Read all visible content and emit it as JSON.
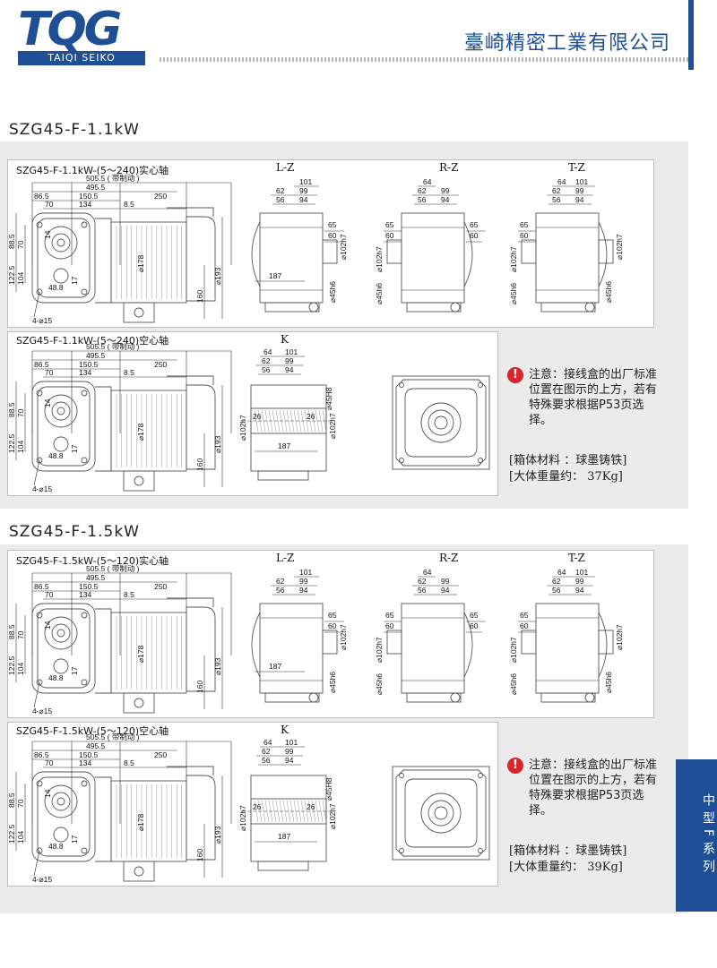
{
  "header": {
    "logo_text": "TQG",
    "logo_subtext": "TAIQI SEIKO",
    "company": "臺崎精密工業有限公司"
  },
  "sections": [
    {
      "title": "SZG45-F-1.1kW",
      "solid": {
        "title": "SZG45-F-1.1kW-(5～240)实心轴"
      },
      "hollow": {
        "title": "SZG45-F-1.1kW-(5～240)空心轴"
      },
      "specs": {
        "material": "[箱体材料 ：球墨铸铁]",
        "weight": "[大体重量约：   37Kg]"
      }
    },
    {
      "title": "SZG45-F-1.5kW",
      "solid": {
        "title": "SZG45-F-1.5kW-(5～120)实心轴"
      },
      "hollow": {
        "title": "SZG45-F-1.5kW-(5～120)空心轴"
      },
      "specs": {
        "material": "[箱体材料 ：球墨铸铁]",
        "weight": "[大体重量约：   39Kg]"
      }
    }
  ],
  "views": {
    "lz": "L-Z",
    "rz": "R-Z",
    "tz": "T-Z",
    "k": "K"
  },
  "note": {
    "icon": "!",
    "text": "注意：接线盒的出厂标准位置在图示的上方，若有特殊要求根据P53页选择。"
  },
  "side_tab": "中型F系列",
  "dims": {
    "front": {
      "d505": "505.5 ( 带制动 )",
      "d495": "495.5",
      "d86": "86.5",
      "d150": "150.5",
      "d70": "70",
      "d134": "134",
      "d85": "8.5",
      "d250": "250",
      "d88": "88.5",
      "d70v": "70",
      "d14": "14",
      "d122": "122.5",
      "d104": "104",
      "d48": "48.8",
      "d17": "17",
      "d178": "⌀178",
      "d193": "⌀193",
      "d160": "160",
      "holes": "4-⌀15"
    },
    "side": {
      "d101": "101",
      "d62": "62",
      "d99": "99",
      "d56": "56",
      "d94": "94",
      "d65": "65",
      "d60": "60",
      "d64": "64",
      "d187": "187",
      "d102": "⌀102h7",
      "d45": "⌀45h6",
      "d45H": "⌀45H8",
      "d26": "26"
    }
  },
  "colors": {
    "brand": "#1e4e94",
    "warn": "#d9262c",
    "panel": "#ebebeb"
  }
}
